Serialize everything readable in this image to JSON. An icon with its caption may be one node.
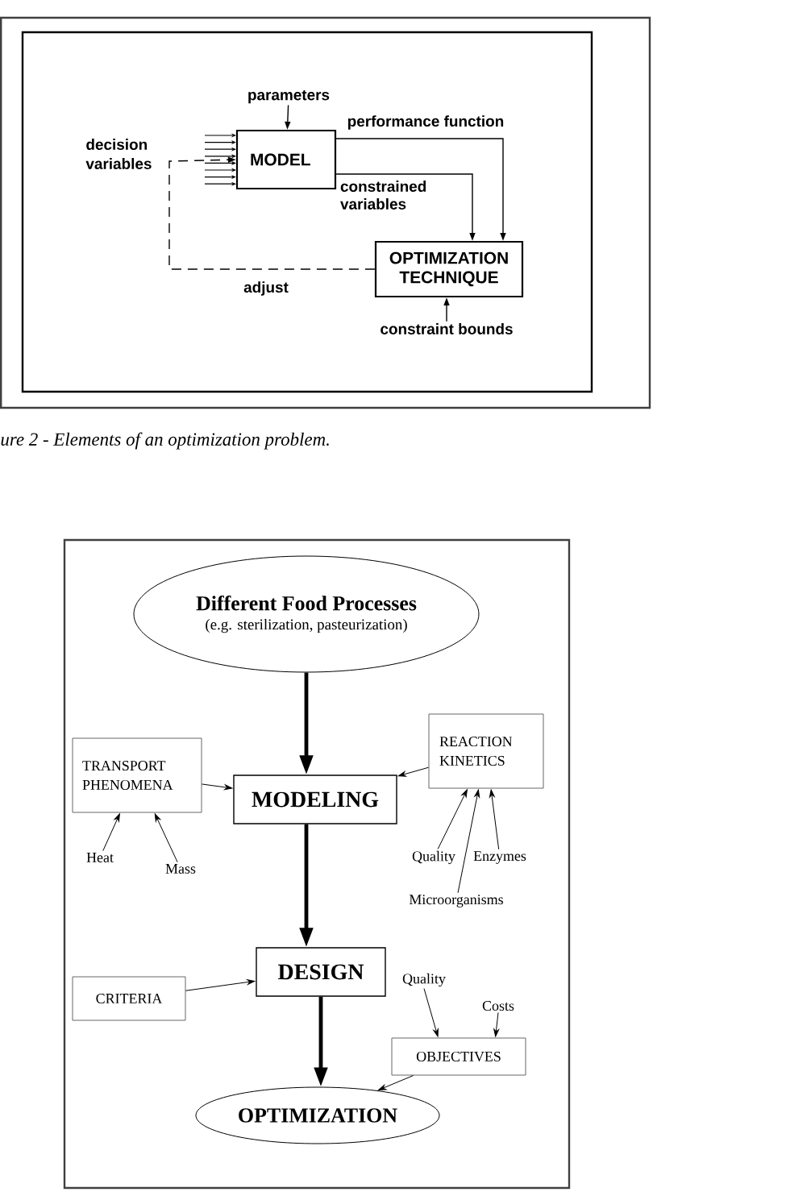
{
  "diagram": {
    "caption": "ure 2 - Elements of an optimization problem.",
    "nodes": [
      {
        "text": [
          "parameters"
        ]
      },
      {
        "text": [
          "MODEL"
        ]
      },
      {
        "text": [
          "OPTIMIZATION TECHNIQUE"
        ]
      },
      {
        "text": [
          "constraint bounds"
        ]
      },
      {
        "text": [
          "Different Food Processes",
          "(e.g. sterilization, pasteurization)"
        ]
      },
      {
        "text": [
          "TRANSPORT PHENOMENA"
        ]
      },
      {
        "text": [
          "MODELING"
        ]
      },
      {
        "text": [
          "REACTION KINETICS"
        ]
      },
      {
        "text": [
          "Heat"
        ]
      },
      {
        "text": [
          "Mass"
        ]
      },
      {
        "text": [
          "Quality"
        ]
      },
      {
        "text": [
          "Enzymes"
        ]
      },
      {
        "text": [
          "Microorganisms"
        ]
      },
      {
        "text": [
          "CRITERIA"
        ]
      },
      {
        "text": [
          "DESIGN"
        ]
      },
      {
        "text": [
          "Quality"
        ]
      },
      {
        "text": [
          "Costs"
        ]
      },
      {
        "text": [
          "OBJECTIVES"
        ]
      },
      {
        "text": [
          "OPTIMIZATION"
        ]
      }
    ],
    "edges": [
      {
        "from": 0,
        "to": 1,
        "arrow": "to"
      },
      {
        "from": 1,
        "to": 2,
        "arrow": "to",
        "label": "performance function"
      },
      {
        "from": 1,
        "to": 2,
        "arrow": "to",
        "label": "constrained variables"
      },
      {
        "from": 3,
        "to": 2,
        "arrow": "to"
      },
      {
        "from": 2,
        "to": 1,
        "arrow": "to",
        "label": "adjust",
        "style": "dashed"
      },
      {
        "from": 4,
        "to": 6,
        "arrow": "to",
        "style": "thick"
      },
      {
        "from": 5,
        "to": 6,
        "arrow": "to"
      },
      {
        "from": 7,
        "to": 6,
        "arrow": "to"
      },
      {
        "from": 8,
        "to": 5,
        "arrow": "to"
      },
      {
        "from": 9,
        "to": 5,
        "arrow": "to"
      },
      {
        "from": 10,
        "to": 7,
        "arrow": "to"
      },
      {
        "from": 12,
        "to": 7,
        "arrow": "to"
      },
      {
        "from": 11,
        "to": 7,
        "arrow": "to"
      },
      {
        "from": 6,
        "to": 14,
        "arrow": "to",
        "style": "thick"
      },
      {
        "from": 13,
        "to": 14,
        "arrow": "to"
      },
      {
        "from": 14,
        "to": 18,
        "arrow": "to",
        "style": "thick"
      },
      {
        "from": 15,
        "to": 17,
        "arrow": "to"
      },
      {
        "from": 16,
        "to": 17,
        "arrow": "to"
      },
      {
        "from": 17,
        "to": 18,
        "arrow": "to"
      }
    ],
    "labels": [
      "decision variables"
    ]
  }
}
